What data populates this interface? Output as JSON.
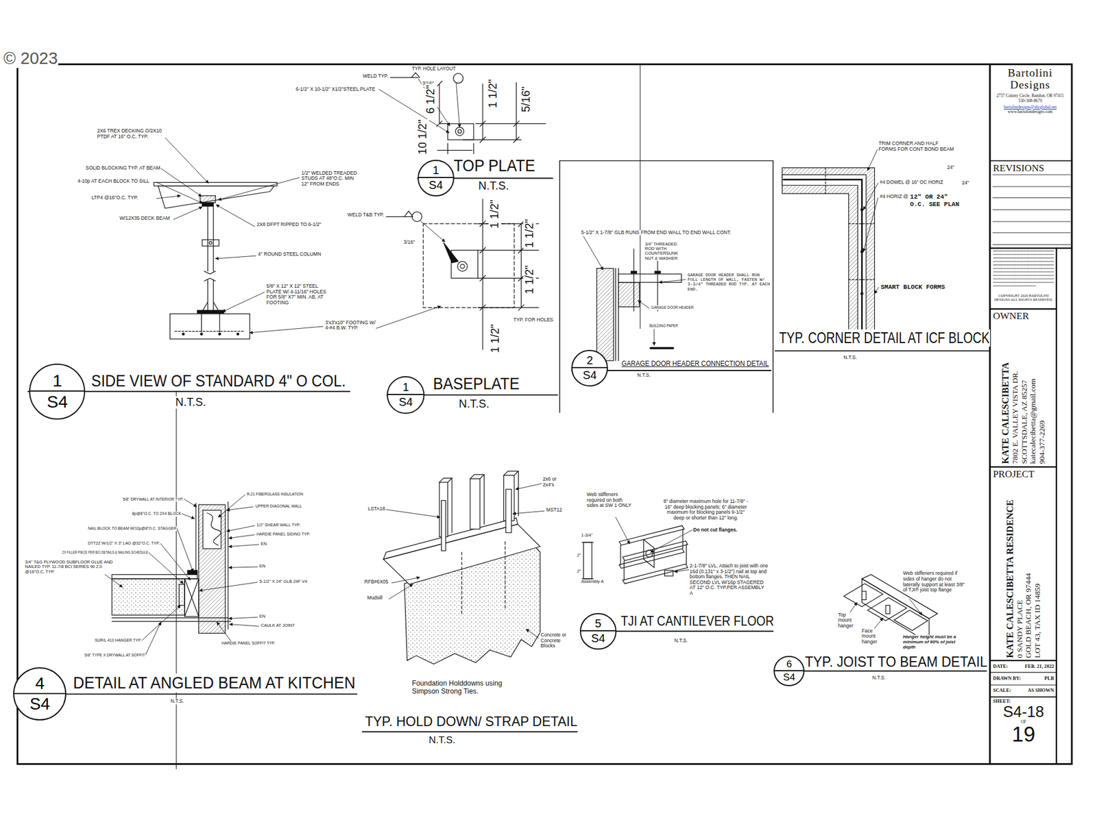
{
  "diagram": {
    "nodes": [
      {
        "text": [
          "Bartolini Designs",
          "2757 Colony Circle, Bandon, OR 97411",
          "530-308-8670",
          "bartolinidesigns@sbcglobal.net",
          "www.bartolinidesigns.com"
        ]
      },
      {
        "text": [
          "REVISIONS"
        ]
      },
      {
        "text": [
          "COPYRIGHT 2020 BARTOLINI DESIGNS ALL RIGHTS RESERVED."
        ]
      },
      {
        "text": [
          "OWNER",
          "KATE CALESCIBETTA",
          "7802 E. VALLEY VISTA DR.",
          "SCOTTSDALE, AZ 85257",
          "katecalecibetta@gmail.com",
          "904-377-2269"
        ]
      },
      {
        "text": [
          "PROJECT",
          "KATE CALESCIBETTA RESIDENCE",
          "0 SANDY PLACE",
          "GOLD BEACH, OR 97444",
          "LOT 43, TAX ID 14859"
        ]
      },
      {
        "text": [
          "DATE:",
          "FEB. 21, 2022"
        ]
      },
      {
        "text": [
          "DRAWN BY:",
          "PLB"
        ]
      },
      {
        "text": [
          "SCALE:",
          "AS SHOWN"
        ]
      },
      {
        "text": [
          "SHEET:",
          "S4-18",
          "OF",
          "19"
        ]
      },
      {
        "text": [
          "1",
          "S4"
        ]
      },
      {
        "text": [
          "1",
          "S4"
        ]
      },
      {
        "text": [
          "1",
          "S4"
        ]
      },
      {
        "text": [
          "2",
          "S4"
        ]
      },
      {
        "text": [
          "4",
          "S4"
        ]
      },
      {
        "text": [
          "5",
          "S4"
        ]
      },
      {
        "text": [
          "6",
          "S4"
        ]
      }
    ],
    "labels": [
      "© 2023",
      "2X6 TREX DECKING O/2X10 PTDF AT 16\" O.C. TYP.",
      "SOLID BLOCKING TYP. AT BEAM",
      "4-10p AT EACH BLOCK TO SILL",
      "LTP4 @16\"O.C. TYP.",
      "W/12X35 DECK BEAM",
      "1/2\" WELDED TREADED STUDS AT 48\"O.C. MIN 12\" FROM ENDS",
      "2X8 DFPT RIPPED TO 6-1/2\"",
      "4\" ROUND STEEL COLUMN",
      "5/8\" X 12\" X 12\" STEEL PLATE W/ 4-11/16\" HOLES FOR 5/8\" X7\" MIN. AB. AT FOOTING",
      "3'x3'x10\" FOOTING W/ 4-#4 B.W. TYP.",
      "SIDE VIEW OF STANDARD 4\" O COL.",
      "N.T.S.",
      "TYP. HOLE LAYOUT",
      "WELD TYP.",
      "3/16\"",
      "6-1/2\" X 10-1/2\" X1/2\"STEEL PLATE",
      "6 1/2\"",
      "1 1/2\"",
      "5/16\"",
      "10 1/2\"",
      "TOP PLATE",
      "N.T.S.",
      "WELD T&B TYP.",
      "3/16\"",
      "1 1/2\"",
      "1 1/2\"",
      "1 1/2\"",
      "1 1/2\"",
      "TYP. FOR HOLES",
      "BASEPLATE",
      "N.T.S.",
      "5-1/2\" X 1-7/8\" GLB RUNS FROM END WALL TO END WALL CONT.",
      "3/4\" THREADED ROD WITH COUNTERSUNK NUT & WASHER",
      "GARAGE DOOR HEADER SHALL RUN FULL LENGTH OF WALL, FASTEN W/ 3-3/4\" THREADED ROD TYP. AT EACH END.",
      "GARAGE DOOR HEADER",
      "BUILDING PAPER",
      "GARAGE DOOR HEADER CONNECTION DETAIL",
      "N.T.S.",
      "TRIM CORNER AND HALF FORMS FOR CONT BOND BEAM",
      "24\"",
      "24\"",
      "#4 DOWEL @ 16\" OC HORIZ",
      "#4 HORIZ @",
      "12\" OR 24\" O.C. SEE PLAN",
      "SMART BLOCK FORMS",
      "TYP. CORNER DETAIL AT ICF BLOCK",
      "N.T.S.",
      "5/8\" DRYWALL AT INTERIOR TYP.",
      "8p@6\"O.C. TO 2X4 BLOCK",
      "NAIL BLOCK TO BEAM W/10p@8\"O.C. STAGGER",
      "DTT2Z W/1/2\" X 3\" LAG @32\"O.C. TYP.",
      "2X FILLER PIECE PER BCI DETAILS & NAILING SCHEDULE",
      "3/4\" T&G PLYWOOD SUBFLOOR GLUE AND NAILED TYP. 11-7/8 BCI SERIES 90 2.0 @16\"O.C. TYP.",
      "R-21 FIBERGLASS INSULATION",
      "UPPER DIAGONAL WALL",
      "1/2\" SHEAR WALL TYP.",
      "HARDIE PANEL SIDING TYP.",
      "EN",
      "EN",
      "5-1/2\" X 24\" GLB 24F V4",
      "EN",
      "CAULK AT JOINT",
      "HARDIE PANEL SOFFIT TYP.",
      "SUR/L 410 HANGER TYP.",
      "5/8\" TYPE X DRYWALL AT SOFFIT",
      "DETAIL AT ANGLED BEAM AT KITCHEN",
      "N.T.S.",
      "LSTA18",
      "2x6 or 2x4's",
      "MST12",
      "RFB#6X05",
      "Mudsill",
      "Concrete or Concrete Blocks",
      "Foundation Holddowns using Simpson Strong Ties.",
      "TYP. HOLD DOWN/ STRAP DETAIL",
      "N.T.S.",
      "Web stiffeners required on both sides at SW 1 ONLY",
      "8\" diameter maximum hole for 11-7/8\" - 16\" deep blocking panels; 6\" diameter maximum for blocking panels 9-1/2\" deep or shorter than 12\" long.",
      "Do not cut flanges.",
      "1-3/4\"",
      "2\"",
      "2\"",
      "Assembly A",
      "2-1-7/8\" LVL. Attach to joist with one 16d (0.131\" x 3-1/2\") nail at top and bottom flanges. THEN NAIL SECOND LVL W/16p STAGERED AT 12\" O.C. TYP.PER ASSEMBLY A",
      "TJI AT CANTILEVER FLOOR",
      "N.T.S.",
      "Web stiffeners required if sides of hanger do not laterally support at least 3/8\" of TJI® joist top flange",
      "Top mount hanger",
      "Face mount hanger",
      "Hanger height must be a minimum of 60% of joist depth",
      "TYP. JOIST TO BEAM DETAIL",
      "N.T.S."
    ]
  }
}
